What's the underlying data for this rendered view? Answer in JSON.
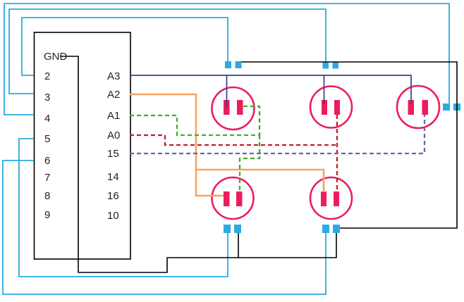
{
  "figure": {
    "type": "wiring-diagram",
    "background": "#FFFFFF",
    "chip": {
      "gnd_label": "GND",
      "left_pins": [
        "2",
        "3",
        "4",
        "5",
        "6",
        "7",
        "8",
        "9"
      ],
      "right_pins": [
        "A3",
        "A2",
        "A1",
        "A0",
        "15",
        "14",
        "16",
        "10"
      ]
    },
    "components": {
      "pushbuttons_top_row": 3,
      "pushbuttons_bottom_row": 2,
      "terminal_pads_per_button": 2
    },
    "colors": {
      "black": "#000000",
      "cyan": "#29ABE2",
      "navy": "#3C3C8F",
      "orange": "#F7A25F",
      "green": "#3FAE2A",
      "red": "#BE1E2D",
      "blue": "#6566AF",
      "pink": "#ED1C5C",
      "text": "#231F20"
    },
    "connections": [
      {
        "from": "GND",
        "to": "right terminal pads of all five pushbuttons",
        "color": "black",
        "style": "solid"
      },
      {
        "from": "2",
        "to": "top pushbutton 1 left pad",
        "color": "cyan",
        "style": "solid"
      },
      {
        "from": "3",
        "to": "top pushbutton 2 left pad",
        "color": "cyan",
        "style": "solid"
      },
      {
        "from": "4",
        "to": "top pushbutton 3 left pad",
        "color": "cyan",
        "style": "solid"
      },
      {
        "from": "5",
        "to": "bottom pushbutton 1 left pad",
        "color": "cyan",
        "style": "solid"
      },
      {
        "from": "6",
        "to": "bottom pushbutton 2 left pad",
        "color": "cyan",
        "style": "solid"
      },
      {
        "from": "A3",
        "to": "left pins of top pushbuttons 1, 2 and 3",
        "color": "navy",
        "style": "solid"
      },
      {
        "from": "A2",
        "to": "left pins of bottom pushbuttons 1 and 2",
        "color": "orange",
        "style": "solid"
      },
      {
        "from": "A1",
        "to": "right pins of top pushbutton 1 and bottom pushbutton 1",
        "color": "green",
        "style": "dashed"
      },
      {
        "from": "A0",
        "to": "right pins of top pushbutton 2 and bottom pushbutton 2",
        "color": "red",
        "style": "dashed"
      },
      {
        "from": "15",
        "to": "right pin of top pushbutton 3",
        "color": "blue",
        "style": "dashed"
      }
    ]
  }
}
